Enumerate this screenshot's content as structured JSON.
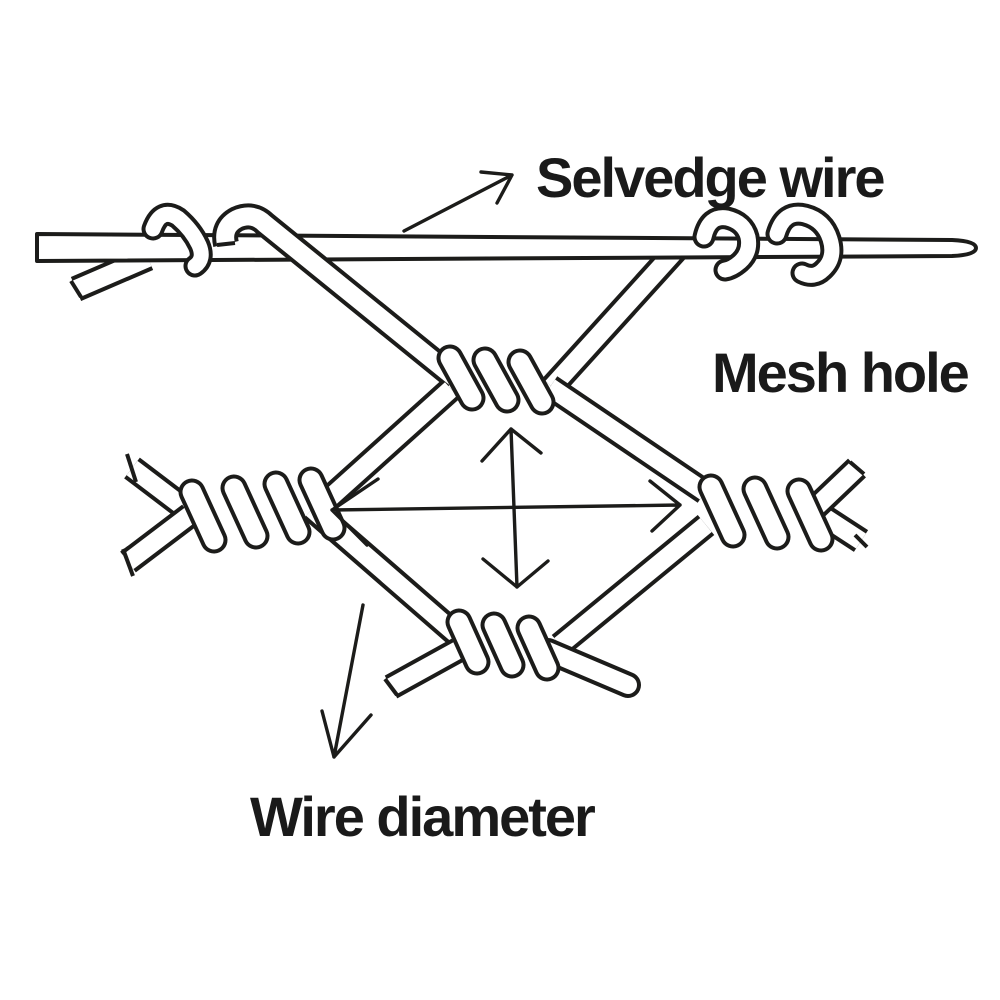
{
  "figure": {
    "background": "#ffffff",
    "ink_color": "#1a1a1a",
    "labels": {
      "selvedge_wire": "Selvedge wire",
      "mesh_hole": "Mesh hole",
      "wire_diameter": "Wire diameter"
    }
  }
}
